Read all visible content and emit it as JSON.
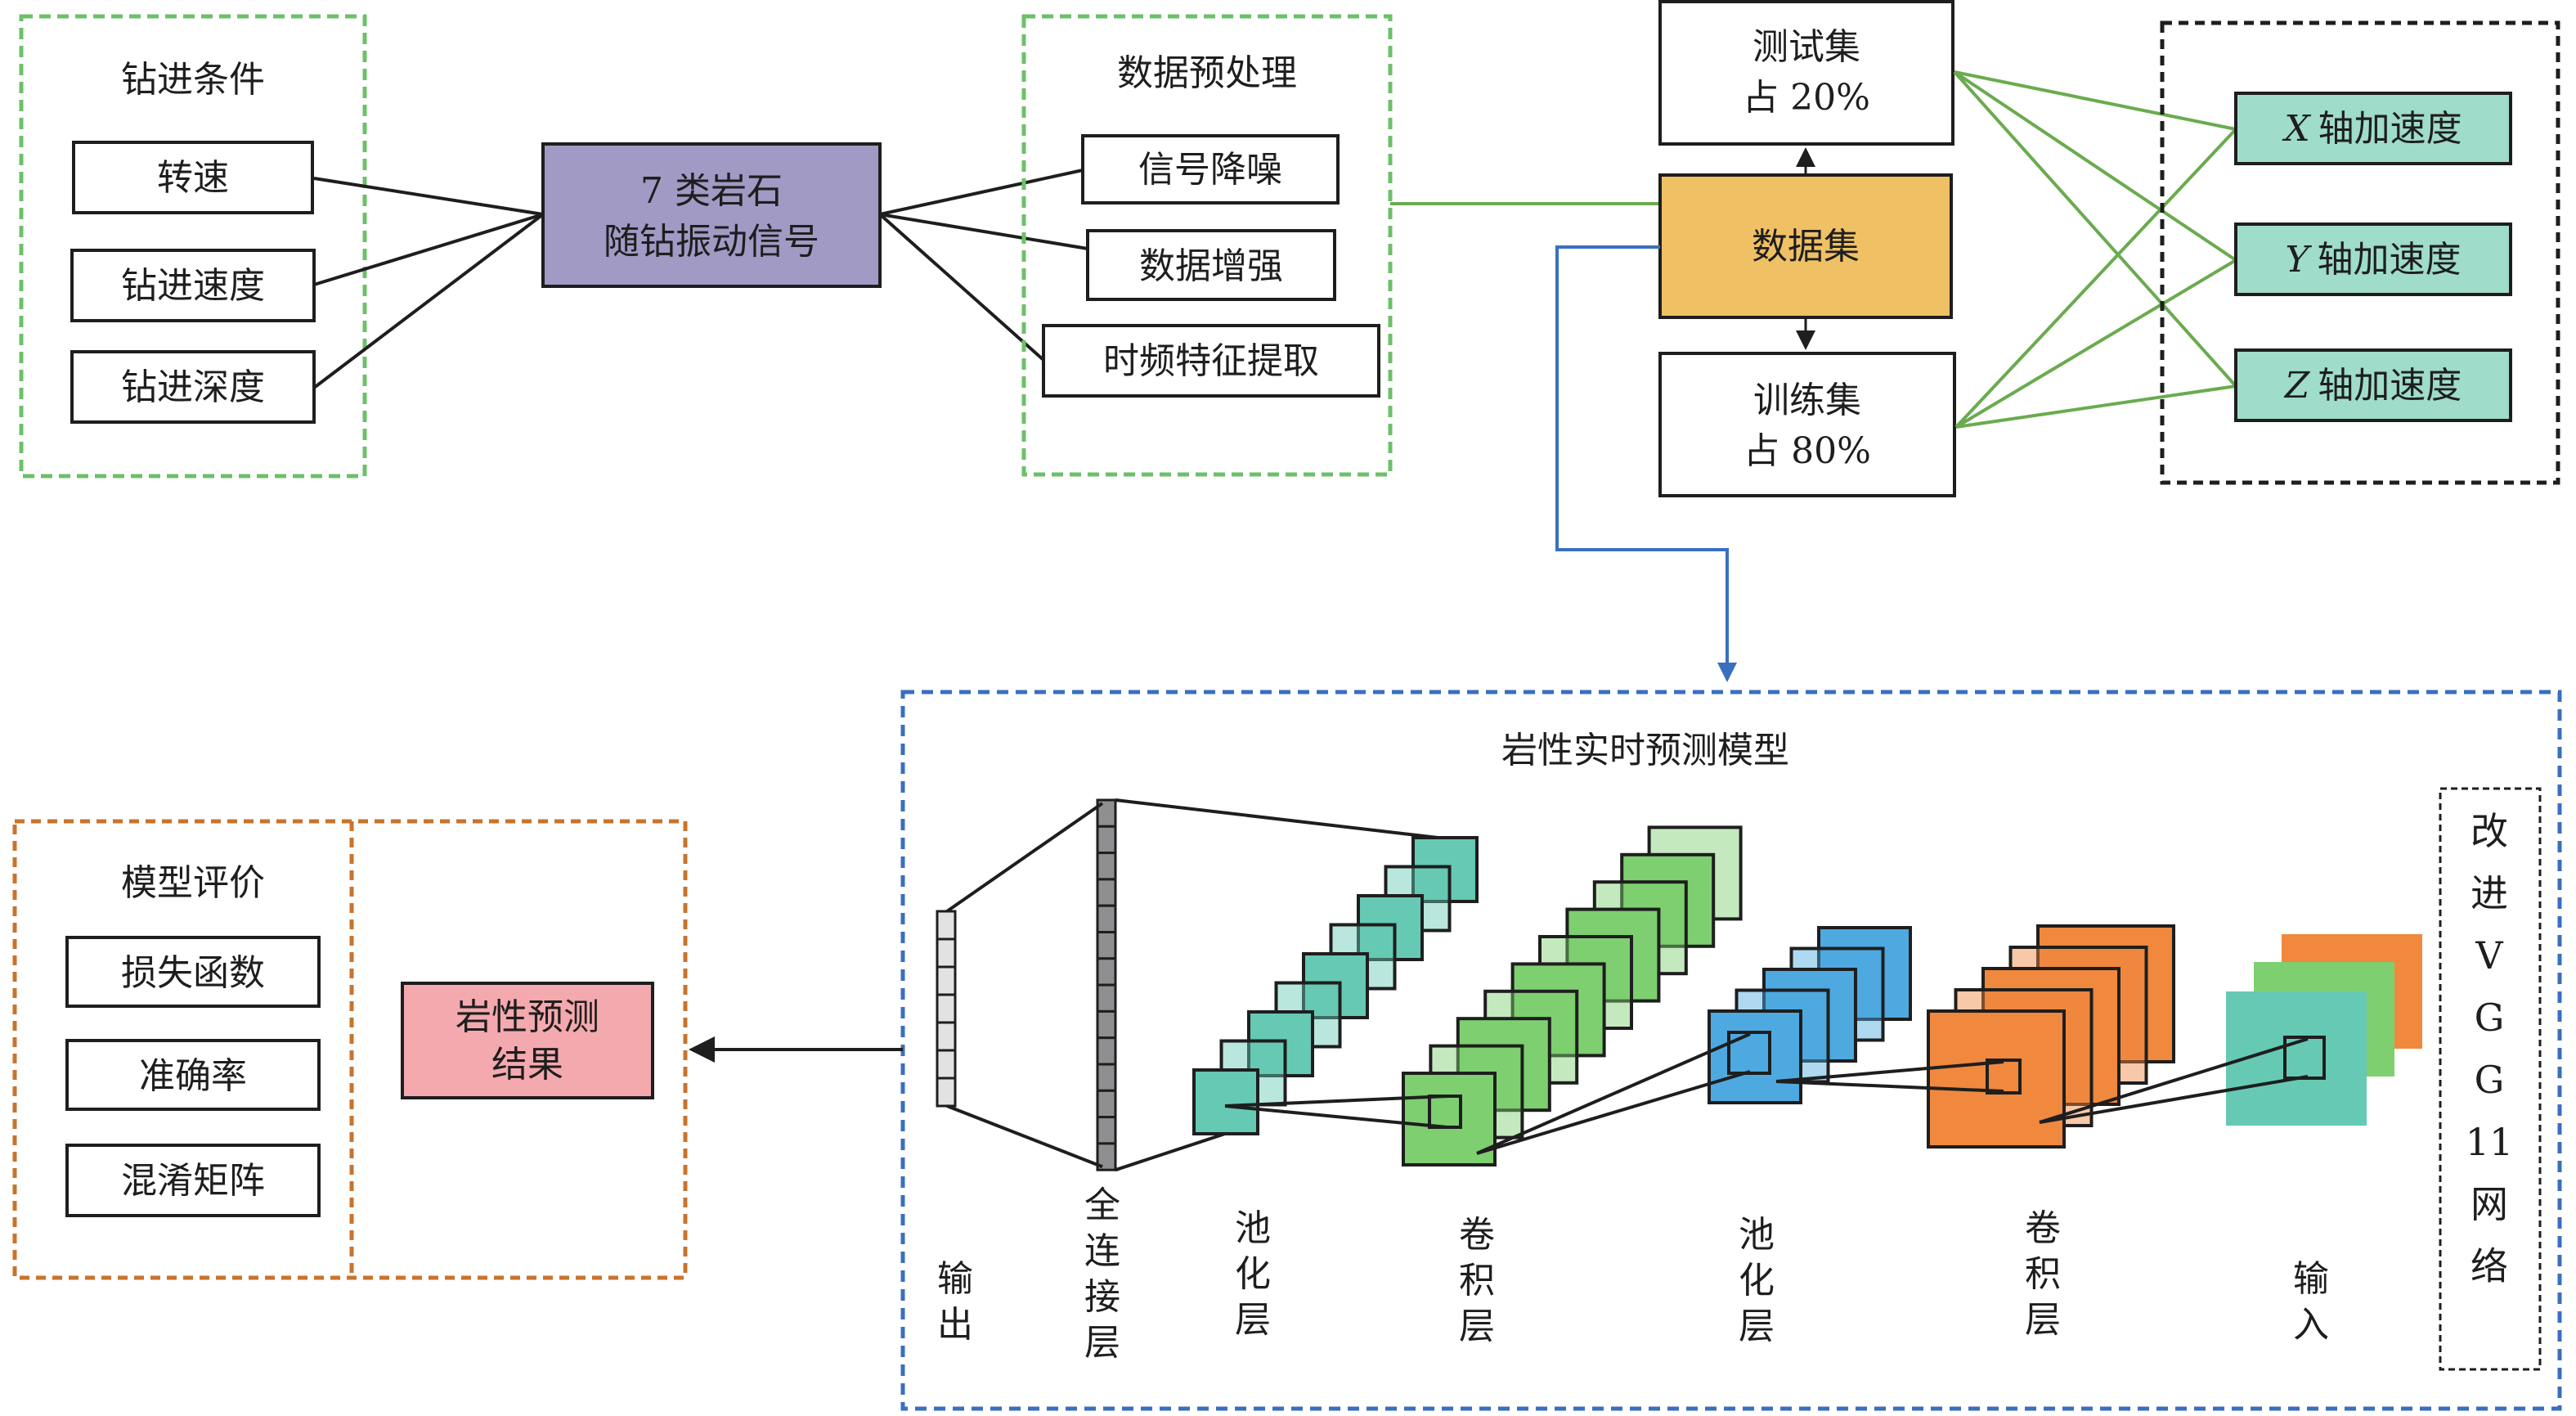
{
  "colors": {
    "green_dash": "#6cc06a",
    "blue_dash": "#3a6fbf",
    "orange_dash": "#c9732b",
    "black_dash": "#1e1e1e",
    "signal_box": "#a09ac4",
    "dataset_box": "#f0c064",
    "axis_box": "#9fdcca",
    "result_box": "#f4a9ae",
    "teal": "#66c9b4",
    "teal_light": "#b3e4da",
    "green": "#7ecf70",
    "green_light": "#bfe6b8",
    "blue": "#4ea9e0",
    "blue_light": "#a9d5ef",
    "orange": "#f0883e",
    "orange_light": "#f7c4a0",
    "fc_cell": "#8f8e90",
    "output_cell": "#e2e2e2",
    "link_green": "#6aab4f",
    "link_blue": "#3a6fbf"
  },
  "drilling_conditions": {
    "title": "钻进条件",
    "items": [
      "转速",
      "钻进速度",
      "钻进深度"
    ]
  },
  "signal": {
    "line1": "7 类岩石",
    "line2": "随钻振动信号"
  },
  "preprocessing": {
    "title": "数据预处理",
    "items": [
      "信号降噪",
      "数据增强",
      "时频特征提取"
    ]
  },
  "dataset": {
    "label": "数据集",
    "test": {
      "line1": "测试集",
      "line2": "占 20%"
    },
    "train": {
      "line1": "训练集",
      "line2": "占 80%"
    }
  },
  "axes": {
    "items": [
      {
        "var": "X",
        "label": "轴加速度"
      },
      {
        "var": "Y",
        "label": "轴加速度"
      },
      {
        "var": "Z",
        "label": "轴加速度"
      }
    ]
  },
  "model": {
    "title": "岩性实时预测模型",
    "side_label": [
      "改",
      "进",
      "V",
      "G",
      "G",
      "11",
      "网",
      "络"
    ],
    "layers": [
      {
        "id": "output",
        "chars": [
          "输",
          "出"
        ],
        "cells": 7
      },
      {
        "id": "fc",
        "chars": [
          "全",
          "连",
          "接",
          "层"
        ],
        "cells": 14
      },
      {
        "id": "pool2",
        "chars": [
          "池",
          "化",
          "层"
        ],
        "maps": 9,
        "color": "teal"
      },
      {
        "id": "conv2",
        "chars": [
          "卷",
          "积",
          "层"
        ],
        "maps": 10,
        "color": "green"
      },
      {
        "id": "pool1",
        "chars": [
          "池",
          "化",
          "层"
        ],
        "maps": 5,
        "color": "blue"
      },
      {
        "id": "conv1",
        "chars": [
          "卷",
          "积",
          "层"
        ],
        "maps": 5,
        "color": "orange"
      },
      {
        "id": "input",
        "chars": [
          "输",
          "入"
        ],
        "channels": 3
      }
    ]
  },
  "evaluation": {
    "title": "模型评价",
    "items": [
      "损失函数",
      "准确率",
      "混淆矩阵"
    ]
  },
  "result": {
    "line1": "岩性预测",
    "line2": "结果"
  }
}
